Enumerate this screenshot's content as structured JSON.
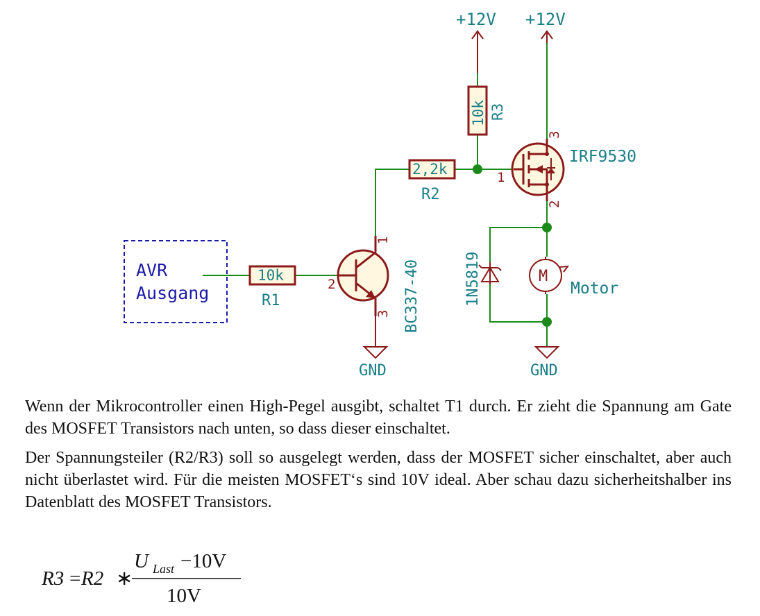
{
  "schematic": {
    "power": {
      "label_left": "+12V",
      "label_right": "+12V"
    },
    "ground": {
      "label_left": "GND",
      "label_right": "GND"
    },
    "input_box": {
      "line1": "AVR",
      "line2": "Ausgang"
    },
    "r1": {
      "value": "10k",
      "ref": "R1"
    },
    "r2": {
      "value": "2,2k",
      "ref": "R2"
    },
    "r3": {
      "value": "10k",
      "ref": "R3"
    },
    "t1": {
      "part": "BC337-40",
      "pin1": "1",
      "pin2": "2",
      "pin3": "3"
    },
    "mosfet": {
      "part": "IRF9530",
      "pin1": "1",
      "pin2": "2",
      "pin3": "3"
    },
    "diode": {
      "part": "1N5819"
    },
    "motor": {
      "symbol": "M",
      "label": "Motor"
    }
  },
  "text": {
    "p1": "Wenn der Mikrocontroller einen High-Pegel ausgibt, schaltet T1 durch. Er zieht die Spannung am Gate des MOSFET Transistors nach unten, so dass dieser einschaltet.",
    "p2": "Der Spannungsteiler (R2/R3) soll so ausgelegt werden, dass der MOSFET sicher einschaltet, aber auch nicht überlastet wird. Für die meisten MOSFET‘s sind 10V ideal. Aber schau dazu sicherheitshalber ins Datenblatt des MOSFET Transistors."
  },
  "formula": {
    "lhs": "R3",
    "eq": "=",
    "r2": "R2",
    "mul": "∗",
    "num_u": "U",
    "num_sub": "Last",
    "num_rest": "−10V",
    "den": "10V"
  }
}
